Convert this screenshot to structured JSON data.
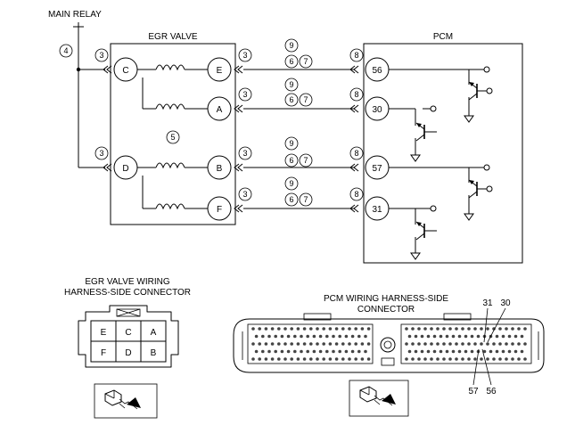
{
  "labels": {
    "main_relay": "MAIN RELAY",
    "egr_valve": "EGR VALVE",
    "pcm": "PCM",
    "egr_connector_line1": "EGR VALVE WIRING",
    "egr_connector_line2": "HARNESS-SIDE CONNECTOR",
    "pcm_connector_line1": "PCM WIRING  HARNESS-SIDE",
    "pcm_connector_line2": "CONNECTOR"
  },
  "egr_pins": {
    "c": "C",
    "d": "D",
    "e": "E",
    "a": "A",
    "b": "B",
    "f": "F"
  },
  "pcm_pins": {
    "p56": "56",
    "p30": "30",
    "p57": "57",
    "p31": "31"
  },
  "circled_numbers": {
    "n3": "3",
    "n4": "4",
    "n5": "5",
    "n6": "6",
    "n7": "7",
    "n8": "8",
    "n9": "9"
  },
  "egr_connector_grid": [
    "E",
    "C",
    "A",
    "F",
    "D",
    "B"
  ],
  "pcm_connector_pins_top": [
    "31",
    "30"
  ],
  "pcm_connector_pins_bottom": [
    "57",
    "56"
  ]
}
